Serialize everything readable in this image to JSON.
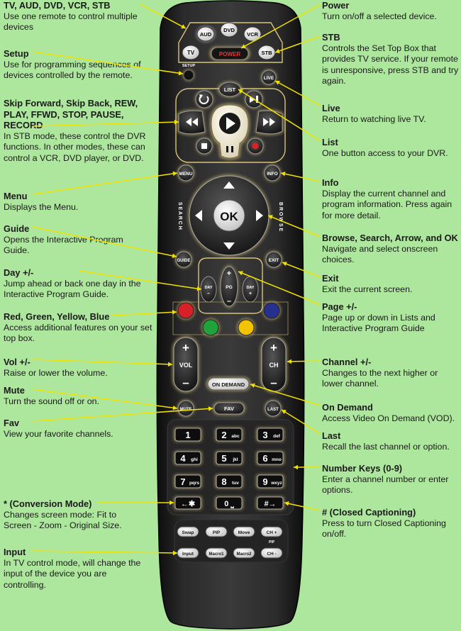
{
  "left_notes": [
    {
      "id": "devices",
      "title": "TV, AUD, DVD, VCR, STB",
      "desc": "Use one remote to control multiple devices"
    },
    {
      "id": "setup",
      "title": "Setup",
      "desc": "Use for programming sequences of devices controlled by the remote."
    },
    {
      "id": "transport",
      "title": "Skip Forward, Skip Back, REW, PLAY, FFWD, STOP, PAUSE, RECORD",
      "desc": "In STB mode, these control the DVR functions. In other modes, these can control a VCR, DVD player, or DVD."
    },
    {
      "id": "menu",
      "title": "Menu",
      "desc": "Displays the Menu."
    },
    {
      "id": "guide",
      "title": "Guide",
      "desc": "Opens the Interactive Program Guide."
    },
    {
      "id": "day",
      "title": "Day +/-",
      "desc": "Jump ahead or back one day in the Interactive Program Guide."
    },
    {
      "id": "colors",
      "title": "Red, Green, Yellow, Blue",
      "desc": "Access additional features on your set top box."
    },
    {
      "id": "vol",
      "title": "Vol +/-",
      "desc": "Raise or lower the volume."
    },
    {
      "id": "mute",
      "title": "Mute",
      "desc": "Turn the sound off or on."
    },
    {
      "id": "fav",
      "title": "Fav",
      "desc": "View your favorite channels."
    },
    {
      "id": "conversion",
      "title": "* (Conversion Mode)",
      "desc": "Changes screen mode:  Fit to Screen - Zoom - Original Size."
    },
    {
      "id": "input",
      "title": "Input",
      "desc": "In TV control mode, will change the input of the device you are controlling."
    }
  ],
  "right_notes": [
    {
      "id": "power",
      "title": "Power",
      "desc": "Turn on/off a selected device."
    },
    {
      "id": "stb",
      "title": "STB",
      "desc": "Controls the Set Top Box that provides TV service. If your remote is unresponsive, press STB and try again."
    },
    {
      "id": "live",
      "title": "Live",
      "desc": "Return to watching live TV."
    },
    {
      "id": "list",
      "title": "List",
      "desc": "One button access to your DVR."
    },
    {
      "id": "info",
      "title": "Info",
      "desc": "Display the current channel and program information.  Press again for more detail."
    },
    {
      "id": "browse",
      "title": "Browse, Search, Arrow, and OK",
      "desc": "Navigate and select onscreen choices."
    },
    {
      "id": "exit",
      "title": "Exit",
      "desc": "Exit the current screen."
    },
    {
      "id": "page",
      "title": "Page +/-",
      "desc": "Page up or down in Lists and Interactive Program Guide"
    },
    {
      "id": "channel",
      "title": "Channel +/-",
      "desc": "Changes to the next higher or lower channel."
    },
    {
      "id": "ondemand",
      "title": "On Demand",
      "desc": "Access Video On Demand (VOD)."
    },
    {
      "id": "last",
      "title": "Last",
      "desc": "Recall the last channel or option."
    },
    {
      "id": "numkeys",
      "title": "Number Keys (0-9)",
      "desc": "Enter a channel number or enter options."
    },
    {
      "id": "cc",
      "title": "# (Closed Captioning)",
      "desc": "Press to turn Closed Captioning on/off."
    }
  ],
  "remote": {
    "aud": "AUD",
    "dvd": "DVD",
    "vcr": "VCR",
    "tv": "TV",
    "power": "POWER",
    "stb": "STB",
    "setup": "SETUP",
    "list": "LIST",
    "live": "LIVE",
    "menu": "MENU",
    "info": "INFO",
    "ok": "OK",
    "search": "S E A R C H",
    "browse": "B R O W S E",
    "guide": "GUIDE",
    "exit": "EXIT",
    "day": "DAY",
    "pg": "PG",
    "plus": "+",
    "minus": "–",
    "vol": "VOL",
    "ch": "CH",
    "ondemand": "ON DEMAND",
    "mute": "MUTE",
    "fav": "FAV",
    "last": "LAST",
    "numbers": [
      {
        "n": "1",
        "l": ""
      },
      {
        "n": "2",
        "l": "abc"
      },
      {
        "n": "3",
        "l": "def"
      },
      {
        "n": "4",
        "l": "ghi"
      },
      {
        "n": "5",
        "l": "jkl"
      },
      {
        "n": "6",
        "l": "mno"
      },
      {
        "n": "7",
        "l": "pqrs"
      },
      {
        "n": "8",
        "l": "tuv"
      },
      {
        "n": "9",
        "l": "wxyz"
      }
    ],
    "star": "←✱",
    "zero": "0 ⎵",
    "hash": "#→",
    "swap": "Swap",
    "pip": "PIP",
    "move": "Move",
    "chplus": "CH +",
    "pip_small": "PIP",
    "input": "Input",
    "macro1": "Macro1",
    "macro2": "Macro2",
    "chminus": "CH -"
  },
  "colors": {
    "red": "#d8202a",
    "green": "#1fa33a",
    "yellow": "#f2c400",
    "blue": "#26308f",
    "leader": "#f2e200",
    "glow": "#e9cf7a"
  }
}
